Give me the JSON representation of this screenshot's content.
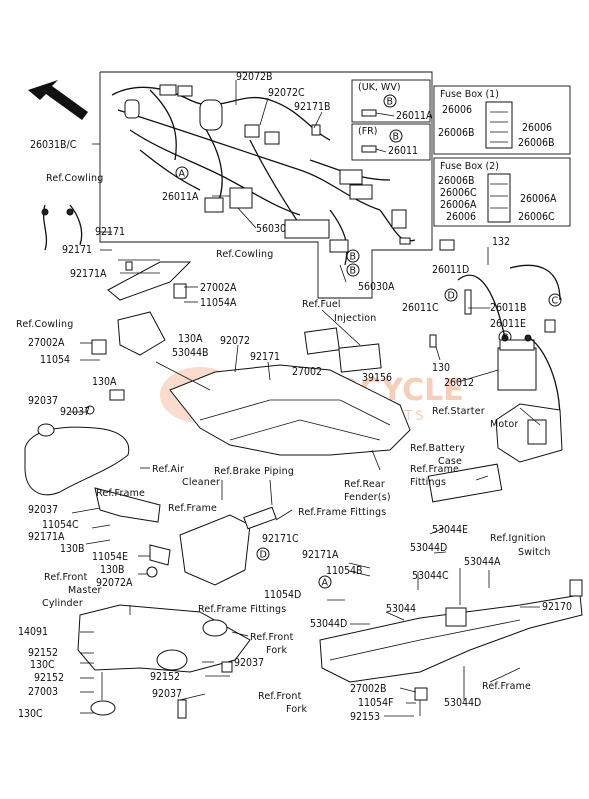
{
  "watermark": {
    "brand": "MOTORCYCLE",
    "tagline": "SPAREPARTS"
  },
  "legend_boxes": {
    "uk_wv": {
      "title": "(UK, WV)",
      "callout": "B",
      "part": "26011A"
    },
    "fr": {
      "title": "(FR)",
      "callout": "B",
      "part": "26011"
    },
    "fuse_box_1": {
      "title": "Fuse Box (1)",
      "left": [
        "26006",
        "26006B"
      ],
      "right": [
        "26006",
        "26006B"
      ]
    },
    "fuse_box_2": {
      "title": "Fuse Box (2)",
      "left": [
        "26006B",
        "26006C",
        "26006A",
        "26006"
      ],
      "right": [
        "26006A",
        "26006C"
      ]
    }
  },
  "callouts": [
    "A",
    "B",
    "B",
    "B",
    "B",
    "C",
    "C",
    "D",
    "D",
    "A"
  ],
  "labels": {
    "l_92072B": "92072B",
    "l_92072C": "92072C",
    "l_92171B": "92171B",
    "l_26031BC": "26031B/C",
    "l_26011A_1": "26011A",
    "l_56030": "56030",
    "l_56030A": "56030A",
    "l_refcowl1": "Ref.Cowling",
    "l_92171a": "92171",
    "l_92171b": "92171",
    "l_92171A_1": "92171A",
    "l_refcowl2": "Ref.Cowling",
    "l_27002A_1": "27002A",
    "l_11054A_1": "11054A",
    "l_refcowl3": "Ref.Cowling",
    "l_27002A_2": "27002A",
    "l_11054_1": "11054",
    "l_130A_1": "130A",
    "l_130A_2": "130A",
    "l_53044B": "53044B",
    "l_92072": "92072",
    "l_92171c": "92171",
    "l_reffuel1": "Ref.Fuel",
    "l_reffuel2": "Injection",
    "l_27002": "27002",
    "l_39156": "39156",
    "l_26011D": "26011D",
    "l_132": "132",
    "l_26011C": "26011C",
    "l_26011B": "26011B",
    "l_26011E": "26011E",
    "l_130": "130",
    "l_26012": "26012",
    "l_refstarter1": "Ref.Starter",
    "l_refstarter2": "Motor",
    "l_refbatt1": "Ref.Battery",
    "l_refbatt2": "Case",
    "l_reffff1": "Ref.Frame",
    "l_reffff2": "Fittings",
    "l_92037_1": "92037",
    "l_92037_2": "92037",
    "l_refair1": "Ref.Air",
    "l_refair2": "Cleaner",
    "l_refbrake": "Ref.Brake Piping",
    "l_refrear1": "Ref.Rear",
    "l_refrear2": "Fender(s)",
    "l_refframe1": "Ref.Frame",
    "l_92037_3": "92037",
    "l_11054C": "11054C",
    "l_92171A_2": "92171A",
    "l_130B_1": "130B",
    "l_refframe2": "Ref.Frame",
    "l_11054E": "11054E",
    "l_130B_2": "130B",
    "l_92072A": "92072A",
    "l_92171C": "92171C",
    "l_refff3": "Ref.Frame Fittings",
    "l_53044E": "53044E",
    "l_53044D_1": "53044D",
    "l_92171A_3": "92171A",
    "l_11054B": "11054B",
    "l_refign1": "Ref.Ignition",
    "l_refign2": "Switch",
    "l_53044A": "53044A",
    "l_53044C": "53044C",
    "l_reffm1": "Ref.Front",
    "l_reffm2": "Master",
    "l_reffm3": "Cylinder",
    "l_11054D": "11054D",
    "l_refff4": "Ref.Frame Fittings",
    "l_53044": "53044",
    "l_53044D_2": "53044D",
    "l_92170": "92170",
    "l_14091": "14091",
    "l_reffork1a": "Ref.Front",
    "l_reffork1b": "Fork",
    "l_92152_1": "92152",
    "l_130C_1": "130C",
    "l_92152_2": "92152",
    "l_92152_3": "92152",
    "l_27003": "27003",
    "l_130C_2": "130C",
    "l_92037_4": "92037",
    "l_92037_5": "92037",
    "l_reffork2a": "Ref.Front",
    "l_reffork2b": "Fork",
    "l_27002B": "27002B",
    "l_11054F": "11054F",
    "l_92153": "92153",
    "l_53044D_3": "53044D",
    "l_refframe3": "Ref.Frame"
  }
}
